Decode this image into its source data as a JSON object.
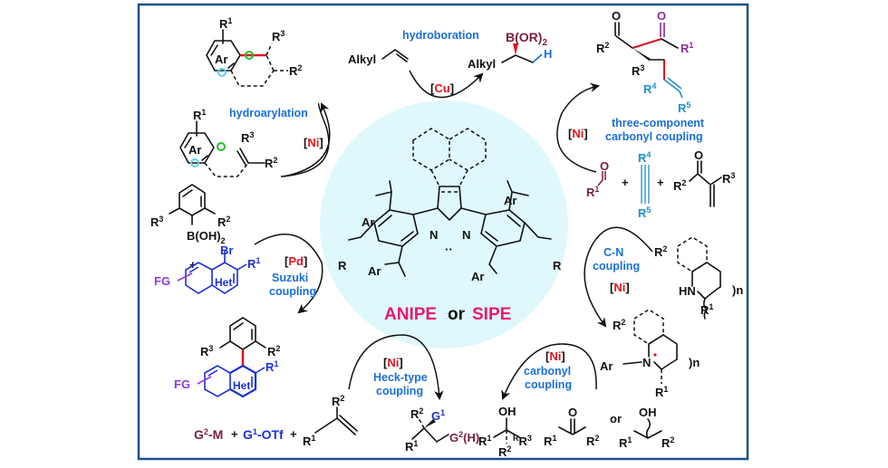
{
  "colors": {
    "frame": "#1c4f8c",
    "center_circle": "#dff8fb",
    "process_label": "#1a6fd8",
    "metal": "#e0141e",
    "ligand_name": "#e8196e",
    "maroon": "#7a1f3d",
    "purple": "#8a2d9a",
    "het_blue": "#1b2fd6",
    "fg_violet": "#8a3ae0",
    "teal": "#1f8fd0",
    "new_bond": "#e0141e",
    "green_site": "#22c02a",
    "cyan_site": "#5fd4ea"
  },
  "center": {
    "ligand_name_1": "ANIPE",
    "connector": "or",
    "ligand_name_2": "SIPE",
    "substituents": {
      "ar": "Ar",
      "r": "R",
      "n": "N",
      "carbene": "··"
    }
  },
  "reactions": [
    {
      "id": "hydroboration",
      "process": "hydroboration",
      "metal": "Cu",
      "substrate": {
        "alkyl": "Alkyl"
      },
      "product": {
        "alkyl": "Alkyl",
        "boron": "B(OR)",
        "boron_sub": "2",
        "h": "H"
      }
    },
    {
      "id": "hydroarylation",
      "process": "hydroarylation",
      "metal": "Ni",
      "substrate": {
        "ar": "Ar",
        "r1": "R",
        "r1_sup": "1",
        "r2": "R",
        "r2_sup": "2",
        "r3": "R",
        "r3_sup": "3"
      },
      "product": {
        "ar": "Ar",
        "r1": "R",
        "r1_sup": "1",
        "r2": "R",
        "r2_sup": "2",
        "r3": "R",
        "r3_sup": "3"
      }
    },
    {
      "id": "three-component",
      "process_line1": "three-component",
      "process_line2": "carbonyl coupling",
      "metal": "Ni",
      "product": {
        "o": "O",
        "r1": "R",
        "r1_sup": "1",
        "r2": "R",
        "r2_sup": "2",
        "r3": "R",
        "r3_sup": "3",
        "r4": "R",
        "r4_sup": "4",
        "r5": "R",
        "r5_sup": "5"
      },
      "reagents": {
        "aldehyde_o": "O",
        "aldehyde_r": "R",
        "aldehyde_sup": "1",
        "plus": "+",
        "alkyne_r4": "R",
        "alkyne_r4_sup": "4",
        "alkyne_r5": "R",
        "alkyne_r5_sup": "5",
        "enone_o": "O",
        "enone_r2": "R",
        "enone_r2_sup": "2",
        "enone_r3": "R",
        "enone_r3_sup": "3"
      }
    },
    {
      "id": "suzuki",
      "process_line1": "Suzuki",
      "process_line2": "coupling",
      "metal": "Pd",
      "boronic_acid": {
        "r2": "R",
        "r2_sup": "2",
        "r3": "R",
        "r3_sup": "3",
        "boron": "B(OH)",
        "boron_sub": "2"
      },
      "plus": "+",
      "aryl_halide": {
        "br": "Br",
        "r1": "R",
        "r1_sup": "1",
        "het": "Het",
        "fg": "FG"
      },
      "product": {
        "r2": "R",
        "r2_sup": "2",
        "r3": "R",
        "r3_sup": "3",
        "r1": "R",
        "r1_sup": "1",
        "het": "Het",
        "fg": "FG"
      }
    },
    {
      "id": "heck",
      "process_line1": "Heck-type",
      "process_line2": "coupling",
      "metal": "Ni",
      "reagents": {
        "g2m": "G",
        "g2m_sup": "2",
        "g2m_tail": "-M",
        "plus": "+",
        "g1otf": "G",
        "g1otf_sup": "1",
        "g1otf_tail": "-OTf",
        "alkene_r1": "R",
        "alkene_r1_sup": "1",
        "alkene_r2": "R",
        "alkene_r2_sup": "2"
      },
      "product": {
        "r1": "R",
        "r1_sup": "1",
        "r2": "R",
        "r2_sup": "2",
        "g1": "G",
        "g1_sup": "1",
        "g2": "G",
        "g2_sup": "2",
        "g2_tail": "(H)"
      }
    },
    {
      "id": "carbonyl",
      "process_line1": "carbonyl",
      "process_line2": "coupling",
      "metal": "Ni",
      "product": {
        "oh": "OH",
        "r1": "R",
        "r1_sup": "1",
        "r2": "R",
        "r2_sup": "2",
        "r3": "R",
        "r3_sup": "3"
      },
      "reagent_ketone": {
        "o": "O",
        "r1": "R",
        "r1_sup": "1",
        "r2": "R",
        "r2_sup": "2"
      },
      "or": "or",
      "reagent_alcohol": {
        "oh": "OH",
        "r1": "R",
        "r1_sup": "1",
        "r2": "R",
        "r2_sup": "2"
      }
    },
    {
      "id": "cn",
      "process_line1": "C-N",
      "process_line2": "coupling",
      "metal": "Ni",
      "substrate": {
        "r2": "R",
        "r2_sup": "2",
        "hn": "HN",
        "n": "n",
        "r1": "R",
        "r1_sup": "1"
      },
      "product": {
        "r2": "R",
        "r2_sup": "2",
        "ar": "Ar",
        "nn": "N",
        "n": "n",
        "r1": "R",
        "r1_sup": "1",
        "star": "*"
      }
    }
  ]
}
